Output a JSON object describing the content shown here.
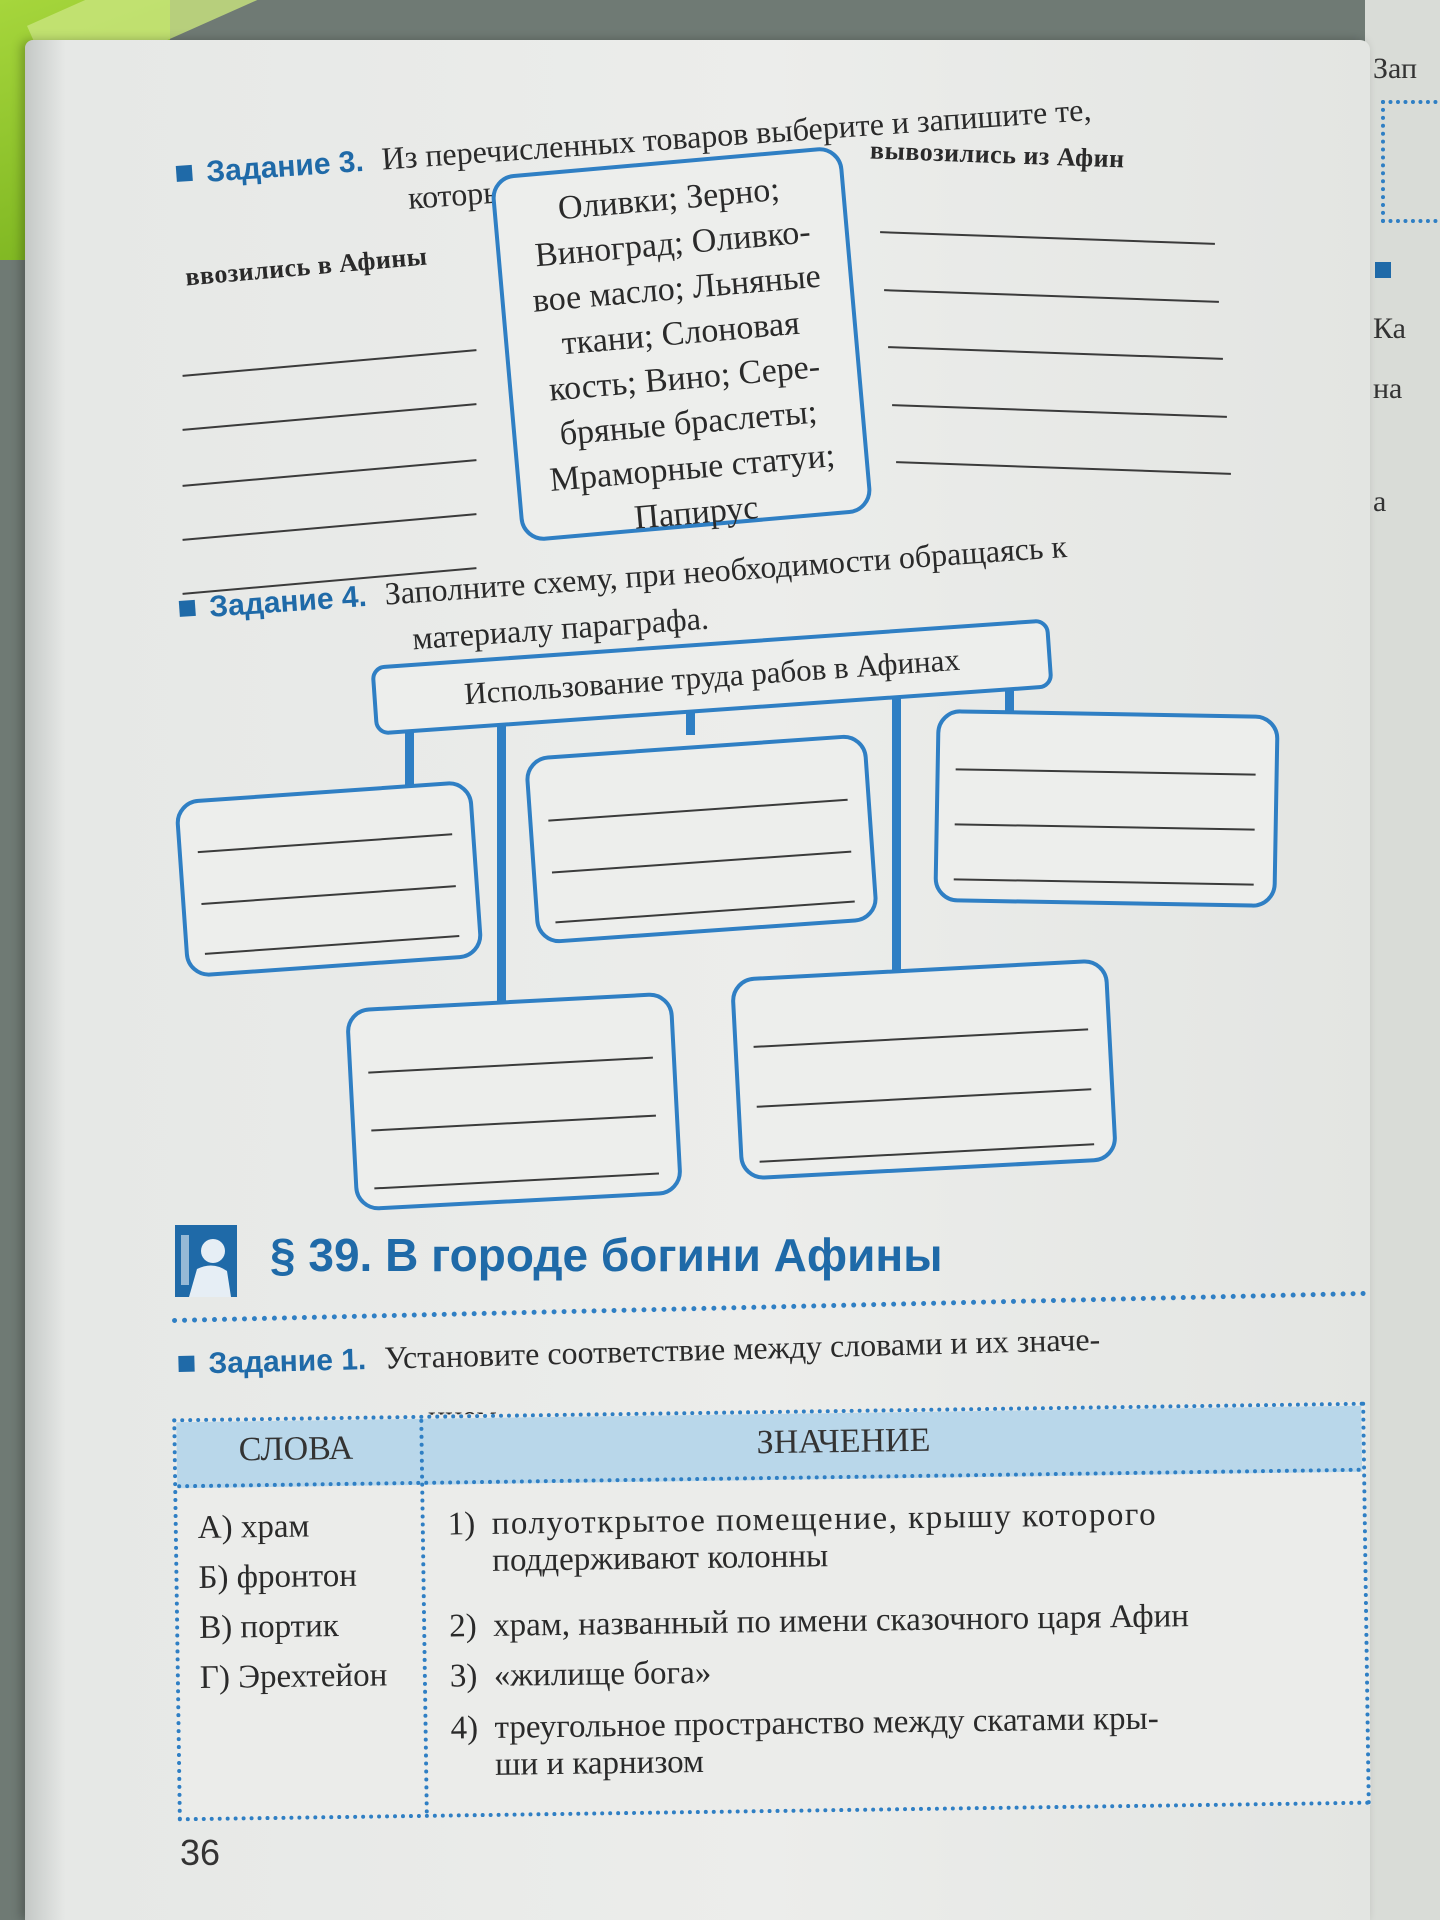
{
  "right_page_fragments": [
    "Зап",
    "Ка",
    "на",
    "а"
  ],
  "task3": {
    "label": "Задание 3.",
    "text_line1": "Из перечисленных товаров выберите и запишите те,",
    "text_line2": "которые",
    "imported_label": "ввозились в Афины",
    "exported_label": "вывозились из Афин",
    "goods_lines": [
      "Оливки; Зерно;",
      "Виноград; Оливко-",
      "вое масло; Льняные",
      "ткани; Слоновая",
      "кость; Вино; Сере-",
      "бряные браслеты;",
      "Мраморные статуи;",
      "Папирус"
    ]
  },
  "task4": {
    "label": "Задание 4.",
    "text_line1": "Заполните схему, при необходимости обращаясь к",
    "text_line2": "материалу параграфа.",
    "scheme_title": "Использование труда рабов в Афинах"
  },
  "paragraph": {
    "title": "§ 39. В городе богини Афины"
  },
  "task1": {
    "label": "Задание 1.",
    "text_line1": "Установите соответствие между словами и их значе-",
    "text_line2": "нием.",
    "col_words": "СЛОВА",
    "col_meaning": "ЗНАЧЕНИЕ",
    "words": [
      "А) храм",
      "Б) фронтон",
      "В) портик",
      "Г) Эрехтейон"
    ],
    "meanings": [
      {
        "num": "1)",
        "text": "полуоткрытое помещение, крышу которого",
        "cont": "поддерживают колонны"
      },
      {
        "num": "2)",
        "text": "храм, названный по имени сказочного царя Афин",
        "cont": ""
      },
      {
        "num": "3)",
        "text": "«жилище бога»",
        "cont": ""
      },
      {
        "num": "4)",
        "text": "треугольное пространство между скатами кры-",
        "cont": "ши и карнизом"
      }
    ]
  },
  "page_number": "36",
  "colors": {
    "accent_blue": "#1f6aa8",
    "box_border": "#2f7fc4",
    "table_header": "#b9d7ea"
  }
}
